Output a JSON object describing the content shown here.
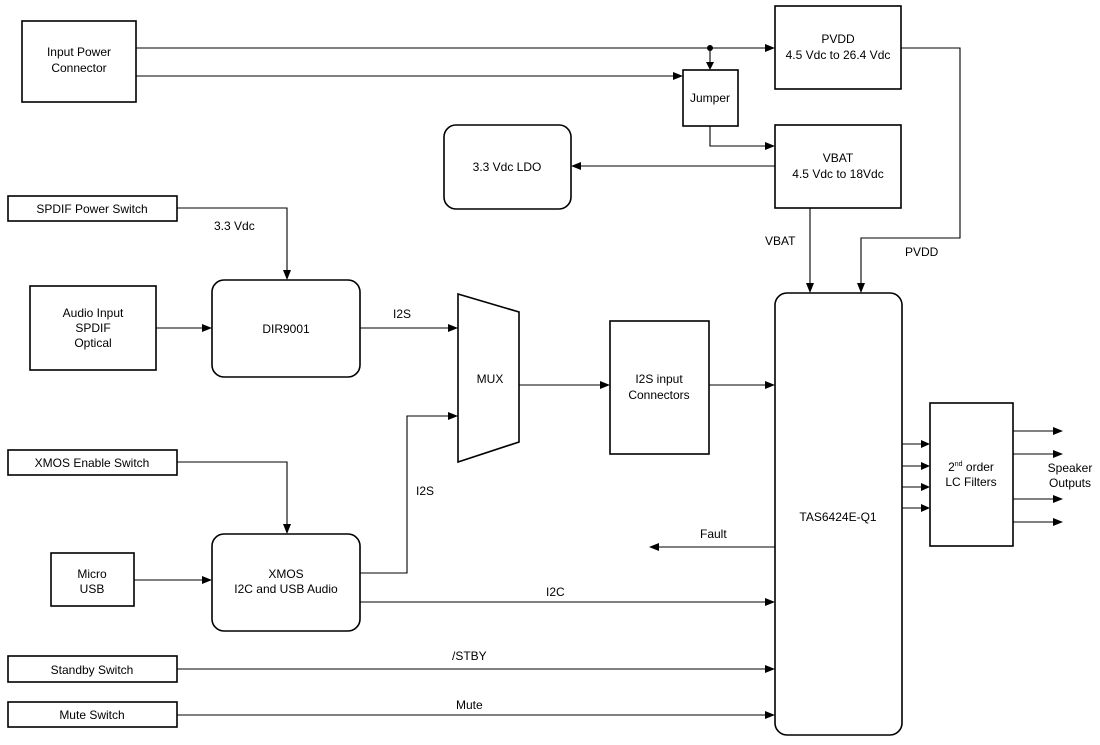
{
  "blocks": {
    "input_power": [
      "Input Power",
      "Connector"
    ],
    "spdif_power_switch": "SPDIF Power Switch",
    "audio_input": [
      "Audio Input",
      "SPDIF",
      "Optical"
    ],
    "xmos_enable_switch": "XMOS Enable Switch",
    "micro_usb": [
      "Micro",
      "USB"
    ],
    "standby_switch": "Standby Switch",
    "mute_switch": "Mute Switch",
    "jumper": "Jumper",
    "pvdd": [
      "PVDD",
      "4.5 Vdc to 26.4 Vdc"
    ],
    "vbat": [
      "VBAT",
      "4.5 Vdc to 18Vdc"
    ],
    "ldo": "3.3 Vdc LDO",
    "dir9001": "DIR9001",
    "mux": "MUX",
    "i2s_input": [
      "I2S input",
      "Connectors"
    ],
    "xmos": [
      "XMOS",
      "I2C and USB Audio"
    ],
    "amp": "TAS6424E-Q1",
    "lc_filters": {
      "base_prefix": "2",
      "superscript": "nd",
      "line1_suffix": " order",
      "line2": "LC Filters"
    },
    "speaker_outputs": [
      "Speaker",
      "Outputs"
    ]
  },
  "signals": {
    "v33": "3.3 Vdc",
    "i2s_dir": "I2S",
    "i2s_xmos": "I2S",
    "vbat": "VBAT",
    "pvdd": "PVDD",
    "fault": "Fault",
    "i2c": "I2C",
    "stby": "/STBY",
    "mute": "Mute"
  }
}
